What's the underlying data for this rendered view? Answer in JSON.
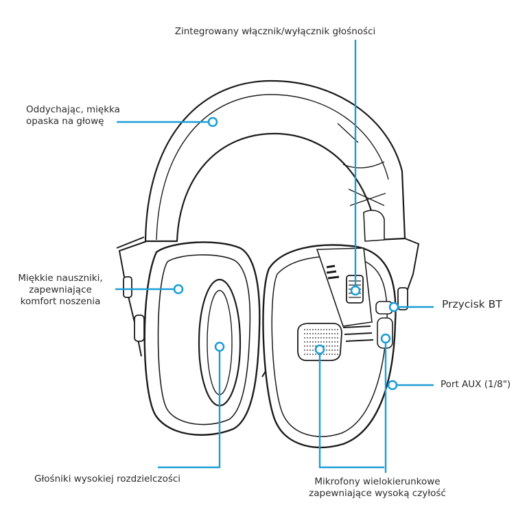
{
  "diagram": {
    "subject": "headphones-earmuffs",
    "accent_color": "#1a9dd6",
    "outline_color": "#1a1a1a",
    "callouts": [
      {
        "id": "switch",
        "lines": [
          "Zintegrowany włącznik/wyłącznik głośności"
        ]
      },
      {
        "id": "headband",
        "lines": [
          "Oddychając, miękka",
          "opaska na głowę"
        ]
      },
      {
        "id": "cushions",
        "lines": [
          "Miękkie nauszniki,",
          "zapewniające",
          "komfort noszenia"
        ]
      },
      {
        "id": "bt",
        "lines": [
          "Przycisk BT"
        ]
      },
      {
        "id": "aux",
        "lines": [
          "Port AUX (1/8\")"
        ]
      },
      {
        "id": "speakers",
        "lines": [
          "Głośniki wysokiej rozdzielczości"
        ]
      },
      {
        "id": "mics",
        "lines": [
          "Mikrofony wielokierunkowe",
          "zapewniające wysoką czyłość"
        ]
      }
    ]
  }
}
